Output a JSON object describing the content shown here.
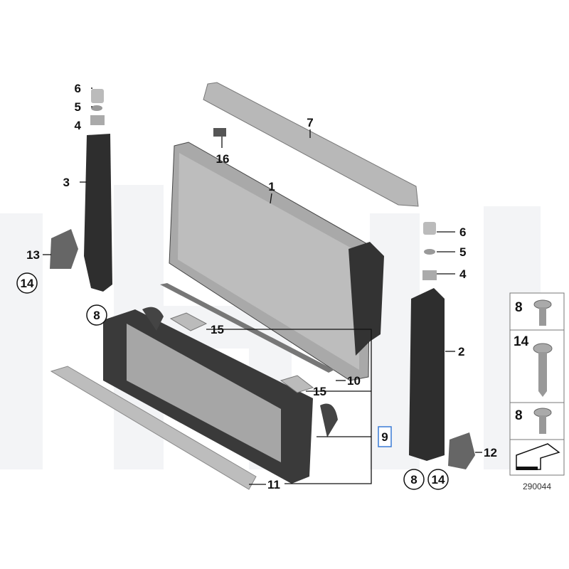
{
  "diagram_id": "290044",
  "callouts": {
    "c6a": "6",
    "c5a": "5",
    "c4a": "4",
    "c3": "3",
    "c13": "13",
    "c14a": "14",
    "c8a": "8",
    "c16": "16",
    "c7": "7",
    "c1": "1",
    "c6b": "6",
    "c5b": "5",
    "c4b": "4",
    "c2": "2",
    "c15a": "15",
    "c15b": "15",
    "c10": "10",
    "c9": "9",
    "c11": "11",
    "c12": "12",
    "c8b": "8",
    "c14b": "14"
  },
  "legend": [
    {
      "label": "8",
      "icon": "short-screw-icon"
    },
    {
      "label": "14",
      "icon": "long-screw-icon"
    },
    {
      "label": "8",
      "icon": "short-screw-icon"
    }
  ],
  "colors": {
    "accent_box": "#3a7bd5",
    "part_dark": "#2b2b2b",
    "part_gray": "#9a9a9a",
    "watermark": "#f2f3f5"
  }
}
